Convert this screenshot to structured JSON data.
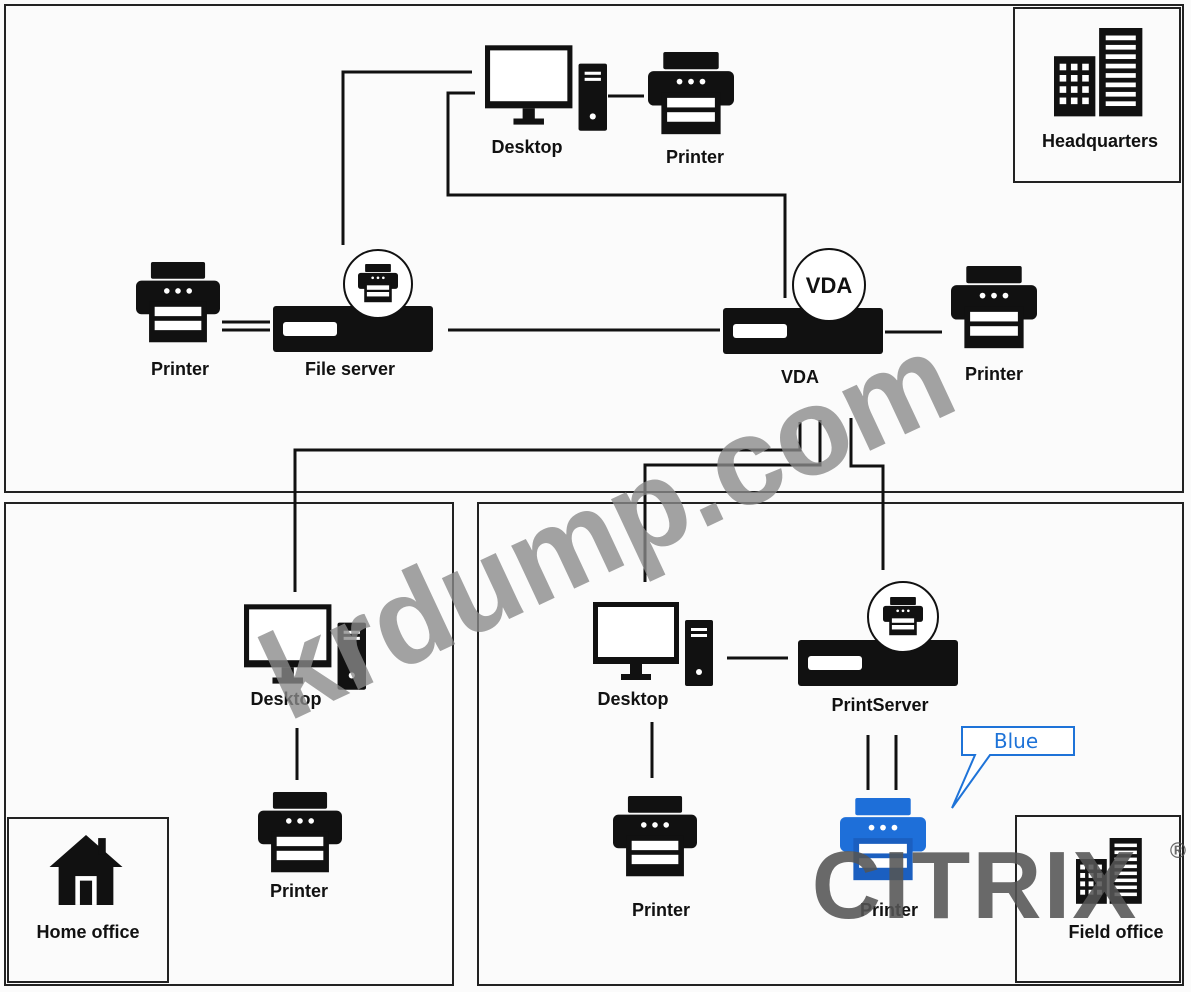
{
  "zones": {
    "headquarters": "Headquarters",
    "home_office": "Home office",
    "field_office": "Field office"
  },
  "devices": {
    "hq_desktop": "Desktop",
    "hq_printer_top": "Printer",
    "file_server_printer": "Printer",
    "file_server": "File server",
    "vda": "VDA",
    "vda_badge": "VDA",
    "vda_printer": "Printer",
    "home_desktop": "Desktop",
    "home_printer": "Printer",
    "field_desktop": "Desktop",
    "field_desktop_printer": "Printer",
    "print_server": "PrintServer",
    "blue_printer": "Printer"
  },
  "callout": {
    "text": "Blue"
  },
  "watermark": {
    "text": "krdump.com"
  },
  "brand": {
    "name": "CITRIX",
    "mark": "®"
  },
  "colors": {
    "line": "#111111",
    "device": "#111111",
    "highlight": "#1e6fd9",
    "callout": "#1e73d8",
    "watermark": "#8a8a8a"
  }
}
